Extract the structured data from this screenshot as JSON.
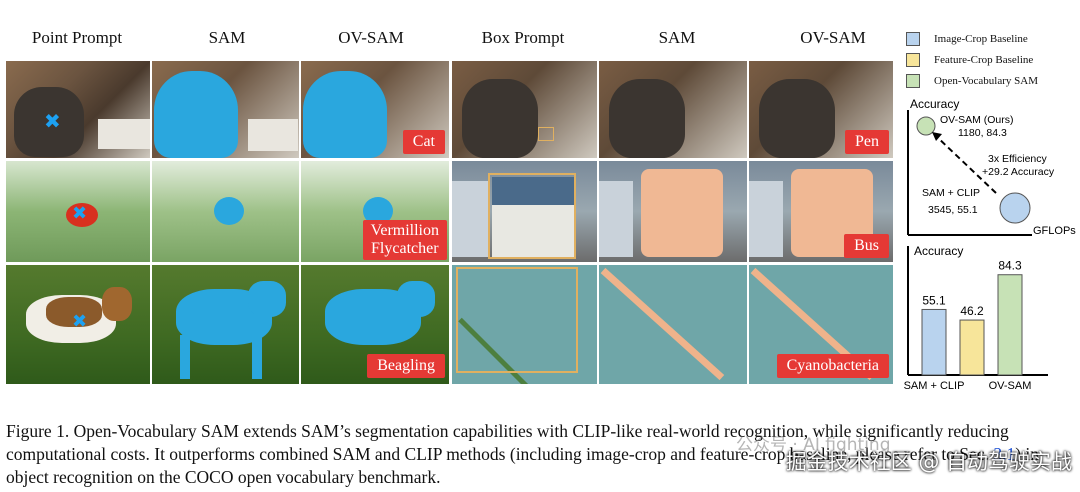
{
  "headers": [
    "Point Prompt",
    "SAM",
    "OV-SAM",
    "Box Prompt",
    "SAM",
    "OV-SAM"
  ],
  "labels": {
    "cat": "Cat",
    "pen": "Pen",
    "vermillion_line1": "Vermillion",
    "vermillion_line2": "Flycatcher",
    "bus": "Bus",
    "beagling": "Beagling",
    "cyanobacteria": "Cyanobacteria"
  },
  "legend": [
    {
      "label": "Image-Crop Baseline",
      "color": "#b9d3ee"
    },
    {
      "label": "Feature-Crop Baseline",
      "color": "#f7e59a"
    },
    {
      "label": "Open-Vocabulary SAM",
      "color": "#c7e2b6"
    }
  ],
  "scatter": {
    "ylabel": "Accuracy",
    "xlabel": "GFLOPs",
    "ovsam_label": "OV-SAM (Ours)",
    "ovsam_values": "1180, 84.3",
    "efficiency_line1": "3x Efficiency",
    "efficiency_line2": "+29.2 Accuracy",
    "samclip_label": "SAM + CLIP",
    "samclip_values": "3545, 55.1"
  },
  "chart_data": {
    "type": "bar",
    "ylabel": "Accuracy",
    "categories": [
      "SAM + CLIP",
      "",
      "OV-SAM"
    ],
    "values": [
      55.1,
      46.2,
      84.3
    ],
    "colors": [
      "#b9d3ee",
      "#f7e59a",
      "#c7e2b6"
    ],
    "ylim": [
      0,
      95
    ]
  },
  "caption": {
    "prefix": "Figure 1.   Open-Vocabulary SAM extends SAM’s segmentation capabilities with CLIP-like real-world recognition, while significantly reducing computational costs. It outperforms combined SAM and CLIP methods (including image-crop and feature-crop baseline, please refer to Sec. ",
    "link": "3.1",
    "suffix": ") in object recognition on the COCO open vocabulary benchmark."
  },
  "watermark": {
    "main": "掘金技术社区 @ 自动驾驶实战",
    "faint": "公众号 · AI fighting"
  }
}
